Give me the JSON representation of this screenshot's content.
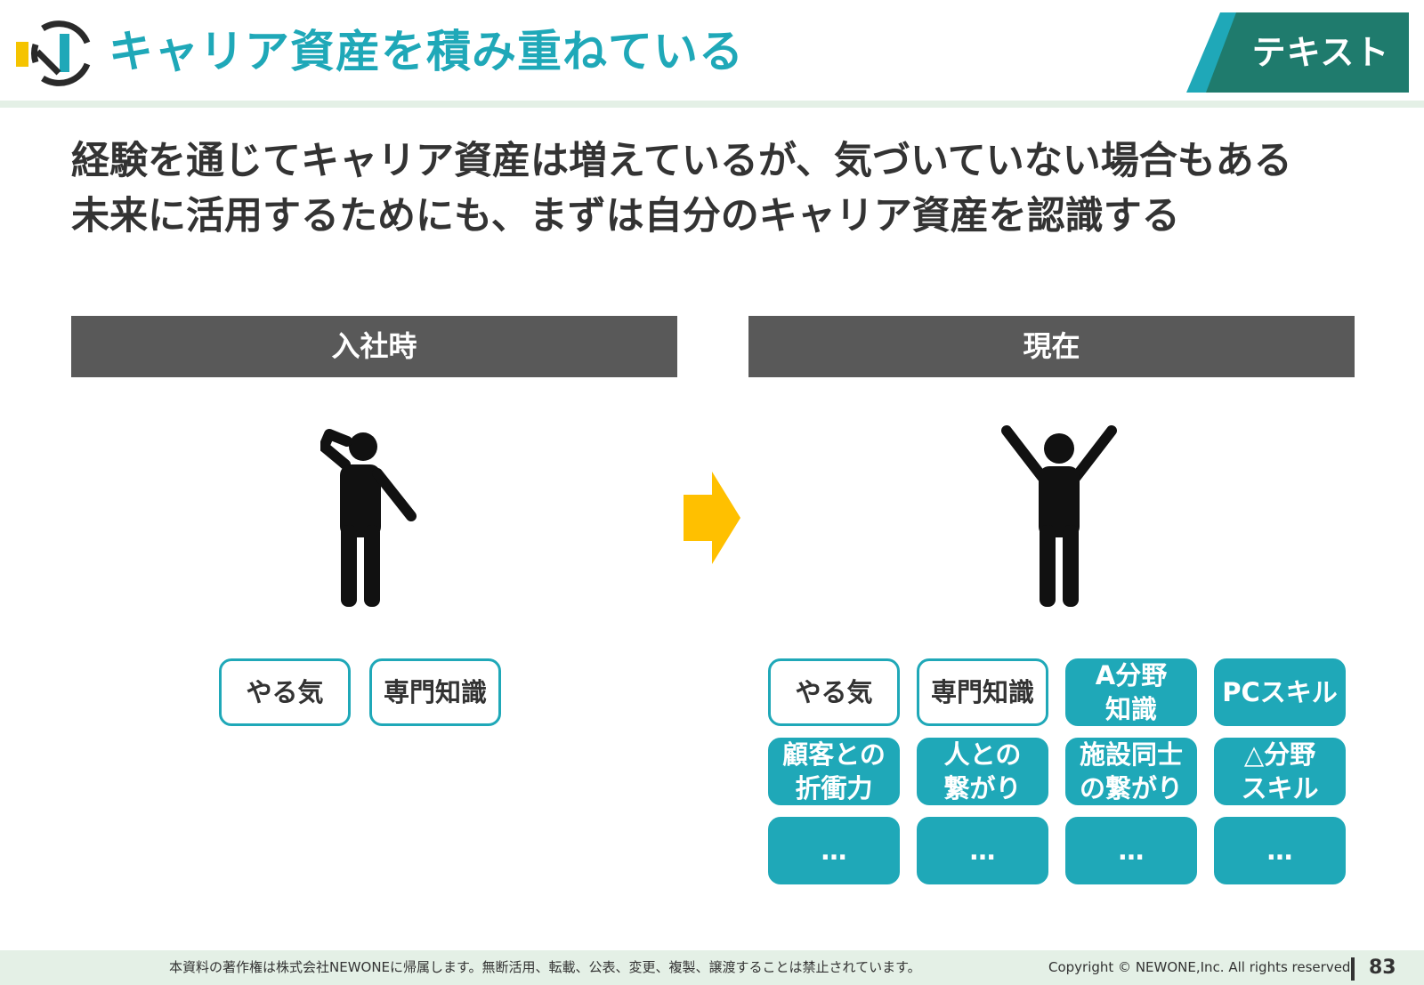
{
  "header": {
    "title": "キャリア資産を積み重ねている",
    "tag": "テキスト"
  },
  "subtitle": {
    "line1": "経験を通じてキャリア資産は増えているが、気づいていない場合もある",
    "line2": "未来に活用するためにも、まずは自分のキャリア資産を認識する"
  },
  "left": {
    "heading": "入社時",
    "chips": [
      "やる気",
      "専門知識"
    ]
  },
  "right": {
    "heading": "現在",
    "chips": [
      "やる気",
      "専門知識",
      "A分野\n知識",
      "PCスキル",
      "顧客との\n折衝力",
      "人との\n繋がり",
      "施設同士\nの繋がり",
      "△分野\nスキル",
      "…",
      "…",
      "…",
      "…"
    ]
  },
  "footer": {
    "notice": "本資料の著作権は株式会社NEWONEに帰属します。無断活用、転載、公表、変更、複製、譲渡することは禁止されています。",
    "copyright": "Copyright © NEWONE,Inc. All rights reserved.",
    "page": "83"
  },
  "colors": {
    "accent": "#1fa8b8",
    "dark_teal": "#1f7b6d",
    "bar": "#595959",
    "arrow": "#ffc000",
    "band": "#e4f0e6",
    "text": "#333333"
  }
}
